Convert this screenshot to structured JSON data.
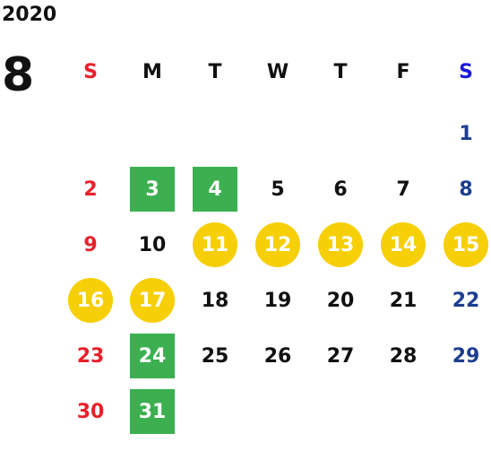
{
  "year": "2020",
  "month": "8",
  "weekday_headers": [
    "S",
    "M",
    "T",
    "W",
    "T",
    "F",
    "S"
  ],
  "colors": {
    "sunday": "#e8202a",
    "saturday": "#1c3e8f",
    "saturday_header": "#1a1adb",
    "green_highlight": "#3cb050",
    "yellow_highlight": "#f6cf06"
  },
  "weeks": [
    [
      {
        "day": ""
      },
      {
        "day": ""
      },
      {
        "day": ""
      },
      {
        "day": ""
      },
      {
        "day": ""
      },
      {
        "day": ""
      },
      {
        "day": "1"
      }
    ],
    [
      {
        "day": "2"
      },
      {
        "day": "3",
        "mark": "green"
      },
      {
        "day": "4",
        "mark": "green"
      },
      {
        "day": "5"
      },
      {
        "day": "6"
      },
      {
        "day": "7"
      },
      {
        "day": "8"
      }
    ],
    [
      {
        "day": "9"
      },
      {
        "day": "10"
      },
      {
        "day": "11",
        "mark": "yellow"
      },
      {
        "day": "12",
        "mark": "yellow"
      },
      {
        "day": "13",
        "mark": "yellow"
      },
      {
        "day": "14",
        "mark": "yellow"
      },
      {
        "day": "15",
        "mark": "yellow"
      }
    ],
    [
      {
        "day": "16",
        "mark": "yellow"
      },
      {
        "day": "17",
        "mark": "yellow"
      },
      {
        "day": "18"
      },
      {
        "day": "19"
      },
      {
        "day": "20"
      },
      {
        "day": "21"
      },
      {
        "day": "22"
      }
    ],
    [
      {
        "day": "23"
      },
      {
        "day": "24",
        "mark": "green"
      },
      {
        "day": "25"
      },
      {
        "day": "26"
      },
      {
        "day": "27"
      },
      {
        "day": "28"
      },
      {
        "day": "29"
      }
    ],
    [
      {
        "day": "30"
      },
      {
        "day": "31",
        "mark": "green"
      },
      {
        "day": ""
      },
      {
        "day": ""
      },
      {
        "day": ""
      },
      {
        "day": ""
      },
      {
        "day": ""
      }
    ]
  ]
}
